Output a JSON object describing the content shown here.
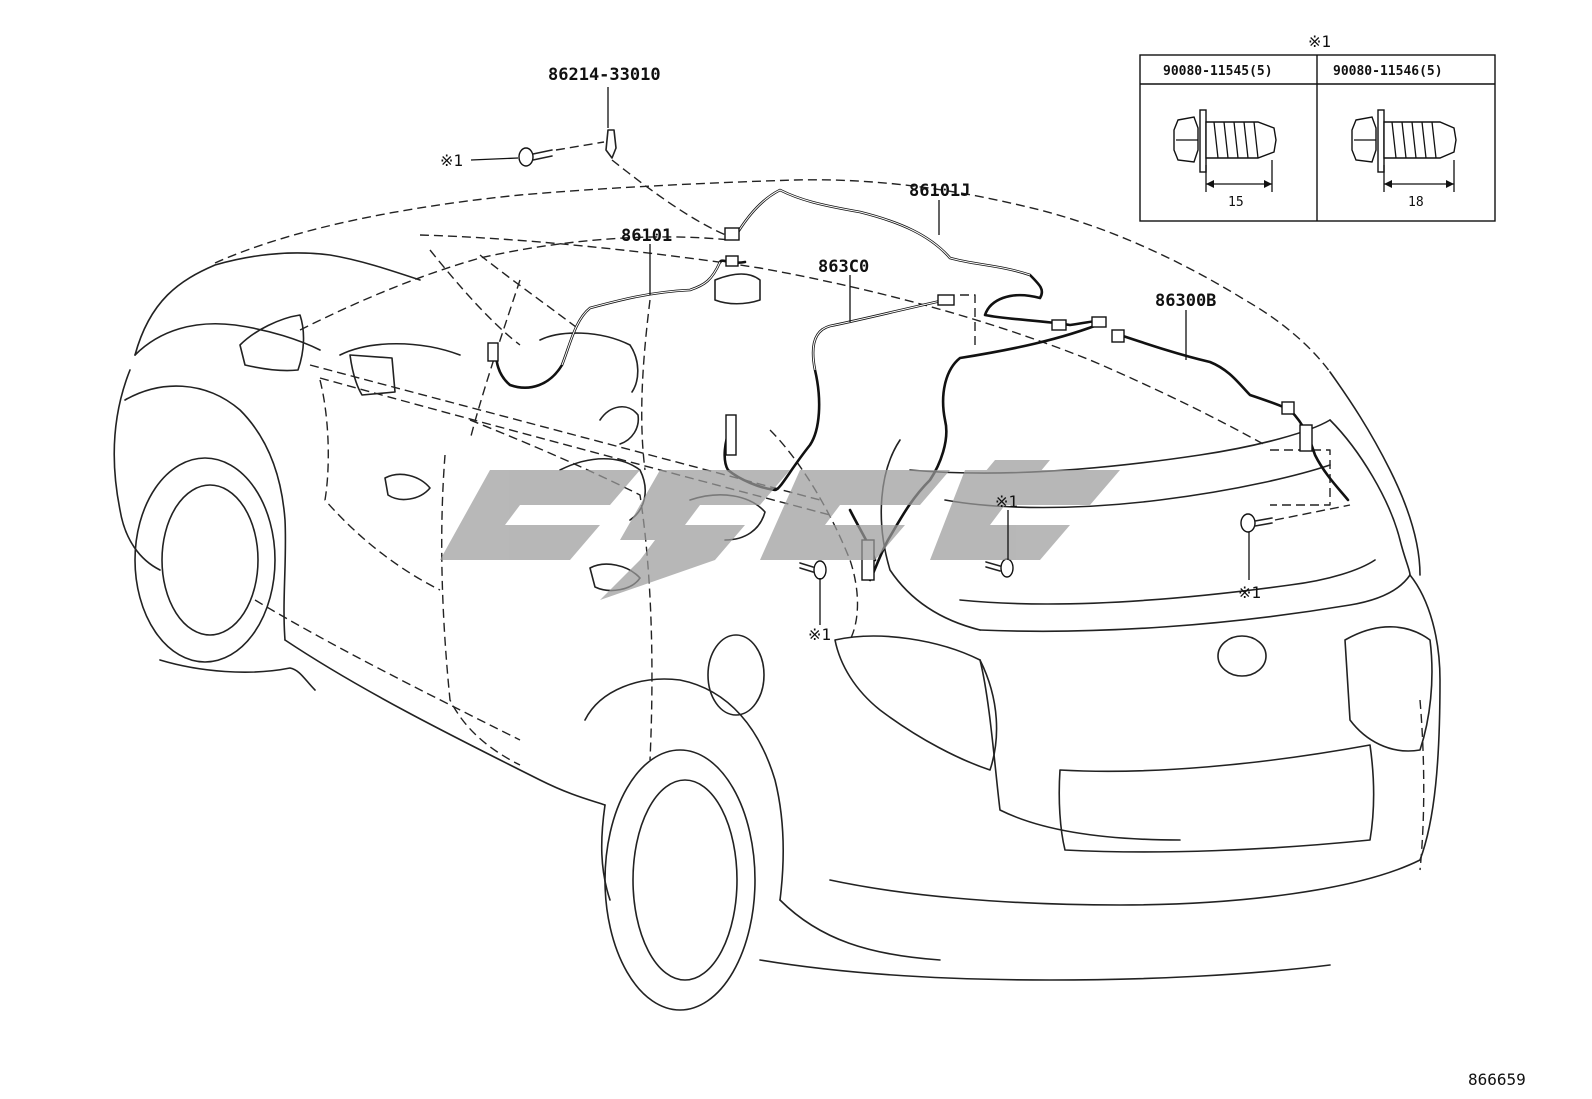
{
  "diagram": {
    "part_labels": {
      "bracket": "86214-33010",
      "harness_front": "86101",
      "harness_roof": "86101J",
      "harness_mid": "863C0",
      "harness_rear": "86300B"
    },
    "bolt_marks": {
      "front": "※1",
      "center": "※1",
      "rear": "※1",
      "lower": "※1"
    },
    "fastener_table": {
      "mark": "※1",
      "columns": [
        {
          "part_number": "90080-11545(5)",
          "length": "15"
        },
        {
          "part_number": "90080-11546(5)",
          "length": "18"
        }
      ]
    },
    "illustration_number": "866659"
  }
}
